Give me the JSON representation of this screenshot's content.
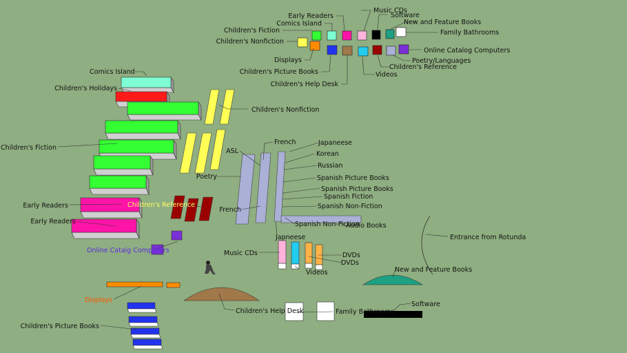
{
  "legend": {
    "early_readers": "Early Readers",
    "comics_island": "Comics Island",
    "childrens_fiction": "Children's Fiction",
    "childrens_nonfiction": "Children's Nonfiction",
    "displays": "Displays",
    "childrens_picture_books": "Children's Picture Books",
    "childrens_help_desk": "Children's Help Desk",
    "music_cds": "Music CDs",
    "software": "Software",
    "new_and_feature_books": "New and Feature Books",
    "family_bathrooms": "Family Bathrooms",
    "online_catalog_computers": "Online Catalog Computers",
    "poetry_languages": "Poetry/Languages",
    "childrens_reference": "Children's Reference",
    "videos": "Videos"
  },
  "floor": {
    "comics_island": "Comics  Island",
    "childrens_holidays": "Children's Holidays",
    "childrens_nonfiction": "Children's Nonfiction",
    "childrens_fiction": "Children's Fiction",
    "early_readers_1": "Early Readers",
    "early_readers_2": "Early Readers",
    "childrens_reference": "Children's Reference",
    "online_catalog": "Online Catalg Computers",
    "displays": "Displays",
    "childrens_picture_books": "Children's Picture Books",
    "childrens_help_desk": "Children's Help Desk",
    "family_bathrooms": "Family Bathrooms",
    "software": "Software",
    "new_and_feature_books": "New and Feature Books",
    "entrance": "Entrance from Rotunda",
    "music_cds": "Music CDs",
    "dvds_1": "DVDs",
    "dvds_2": "DVDs",
    "videos": "Videos",
    "poetry": "Poetry",
    "asl": "ASL",
    "french_top": "French",
    "french_left": "French",
    "japaneese_top": "Japaneese",
    "japaneese_bottom": "Japneese",
    "korean": "Korean",
    "russian": "Russian",
    "spanish_picture_books_1": "Spanish Picture Books",
    "spanish_picture_books_2": "Spanish Picture Books",
    "spanish_fiction": "Spanish Fiction",
    "spanish_nonfiction_1": "Spanish Non-Fiction",
    "spanish_nonfiction_2": "Spanish Non-Fiction",
    "audio_books": "Audio Books"
  },
  "colors": {
    "background": "#8fae81",
    "early_readers": "#ff14a8",
    "comics_island": "#7fffd4",
    "childrens_fiction": "#33ff33",
    "childrens_holidays": "#ff1a1a",
    "childrens_nonfiction": "#ffff55",
    "displays": "#ff8c00",
    "childrens_picture_books": "#2233ee",
    "childrens_help_desk": "#a0784a",
    "music_cds": "#ffb3dd",
    "software": "#000000",
    "new_and_feature_books": "#1ea082",
    "family_bathrooms": "#ffffff",
    "online_catalog_computers": "#7b2fd6",
    "poetry_languages": "#aab0d6",
    "childrens_reference": "#9b0000",
    "videos": "#22ccee",
    "dvds": "#ffb347",
    "childrens_reference_label": "#ffff66",
    "online_catalog_label": "#5a2be0",
    "displays_label": "#ff5500"
  }
}
